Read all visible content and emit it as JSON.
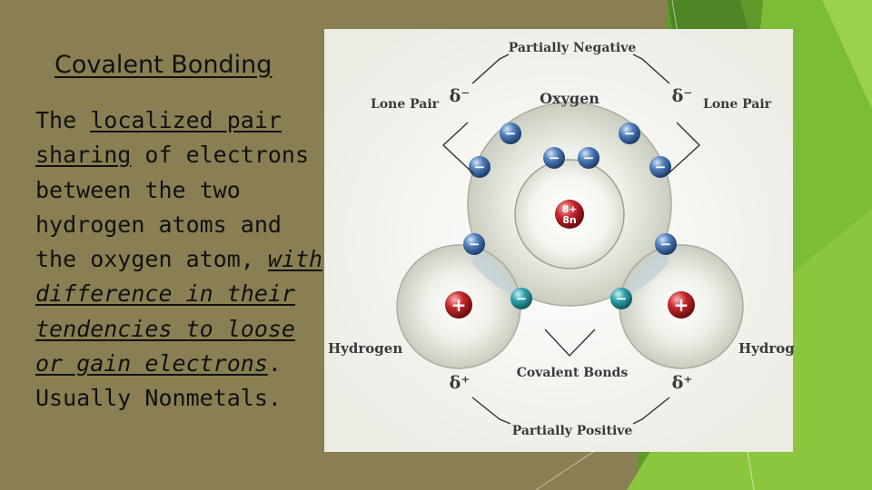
{
  "slide": {
    "title": "Covalent Bonding",
    "body": {
      "p1": "The ",
      "u1": "localized pair sharing",
      "p2": " of electrons between the two hydrogen atoms and the oxygen atom, ",
      "i1": "with difference in their tendencies to loose or gain electrons",
      "p3": ". Usually Nonmetals."
    }
  },
  "diagram": {
    "labels": {
      "partially_negative": "Partially Negative",
      "oxygen": "Oxygen",
      "lone_pair_left": "Lone Pair",
      "lone_pair_right": "Lone Pair",
      "delta_minus": "δ⁻",
      "delta_plus": "δ⁺",
      "hydrogen_left": "Hydrogen",
      "hydrogen_right": "Hydrogen",
      "covalent_bonds": "Covalent Bonds",
      "partially_positive": "Partially Positive"
    },
    "nucleus": {
      "protons": "8+",
      "neutrons": "8n"
    },
    "proton_sign": "+",
    "electron_sign": "−",
    "colors": {
      "background": "#8a7f52",
      "accent_green": "#77b32b",
      "electron_blue": "#3f6ea8",
      "shared_electron_teal": "#2e9aa3",
      "nucleus_red": "#c0262b"
    }
  }
}
